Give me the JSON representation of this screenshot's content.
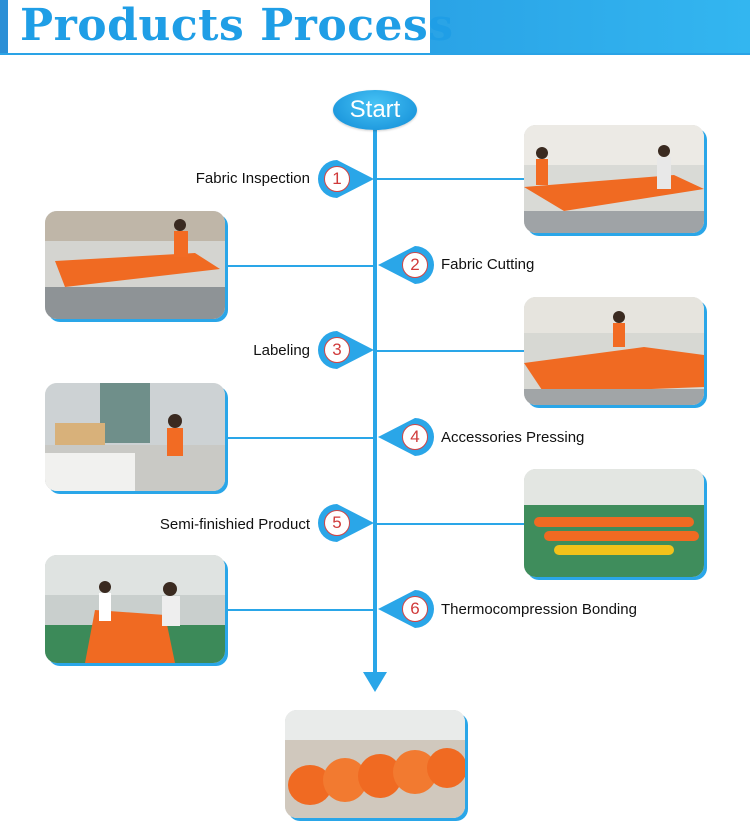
{
  "header": {
    "title": "Products Process"
  },
  "flow": {
    "start_label": "Start",
    "steps": [
      {
        "number": "1",
        "label": "Fabric Inspection"
      },
      {
        "number": "2",
        "label": "Fabric Cutting"
      },
      {
        "number": "3",
        "label": "Labeling"
      },
      {
        "number": "4",
        "label": "Accessories Pressing"
      },
      {
        "number": "5",
        "label": "Semi-finishied Product"
      },
      {
        "number": "6",
        "label": "Thermocompression Bonding"
      }
    ]
  },
  "colors": {
    "accent": "#2aa6e8",
    "marker_number": "#d03a3a",
    "product_orange": "#f06a22"
  },
  "icons": [
    "photo-fabric-inspection",
    "photo-fabric-cutting",
    "photo-labeling",
    "photo-accessories-pressing",
    "photo-semi-finished-product",
    "photo-thermocompression-bonding",
    "photo-finished-products"
  ]
}
